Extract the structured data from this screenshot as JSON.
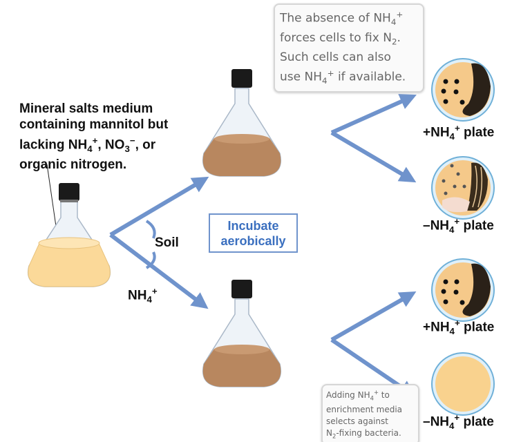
{
  "medium_label": [
    "Mineral salts medium",
    "containing mannitol but",
    "lacking NH",
    "4",
    "+",
    ", NO",
    "3",
    "−",
    ", or",
    "organic nitrogen."
  ],
  "soil_label": "Soil",
  "nh4_label": {
    "base": "NH",
    "sub": "4",
    "sup": "+"
  },
  "incubate_label": [
    "Incubate",
    "aerobically"
  ],
  "top_callout": {
    "l1a": "The absence of NH",
    "l1sub": "4",
    "l1sup": "+",
    "l2a": "forces cells to fix N",
    "l2sub": "2",
    "l2b": ".",
    "l3": "Such cells can also",
    "l4a": "use NH",
    "l4sub": "4",
    "l4sup": "+",
    "l4b": " if available."
  },
  "bottom_callout": {
    "l1a": "Adding NH",
    "l1sub": "4",
    "l1sup": "+",
    "l1b": " to",
    "l2": "enrichment media",
    "l3": "selects against",
    "l4a": "N",
    "l4sub": "2",
    "l4b": "-fixing bacteria."
  },
  "plates": [
    {
      "prefix": "+NH",
      "sub": "4",
      "sup": "+",
      "suffix": " plate",
      "growth": "colonies-and-lawn"
    },
    {
      "prefix": "–NH",
      "sub": "4",
      "sup": "+",
      "suffix": " plate",
      "growth": "nitrogen-fixers"
    },
    {
      "prefix": "+NH",
      "sub": "4",
      "sup": "+",
      "suffix": " plate",
      "growth": "colonies-and-lawn"
    },
    {
      "prefix": "–NH",
      "sub": "4",
      "sup": "+",
      "suffix": " plate",
      "growth": "none"
    }
  ],
  "colors": {
    "arrow": "#6f93cc",
    "medium": "#fbd999",
    "culture": "#b8875f",
    "agar": "#f5c98a",
    "growth": "#2a2118",
    "incubate_text": "#3a6fbf"
  }
}
